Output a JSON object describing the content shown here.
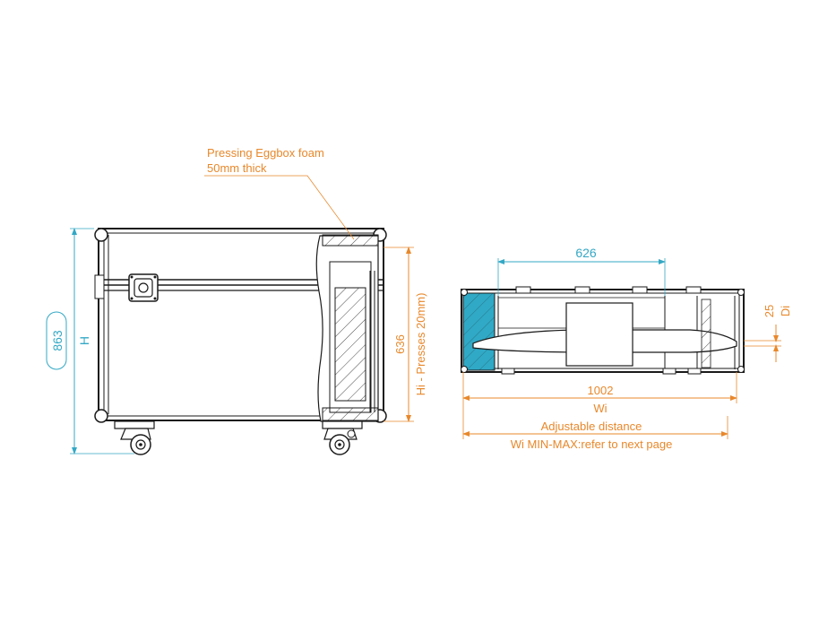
{
  "colors": {
    "outline": "#1a1a1a",
    "orange": "#e8882b",
    "teal": "#33a8c5",
    "foam_fill": "#ffffff",
    "pad_fill": "#30a9c6"
  },
  "annotation": {
    "line1": "Pressing Eggbox foam",
    "line2": "50mm thick"
  },
  "front_view": {
    "height_value": "863",
    "height_label": "H",
    "inner_height_value": "636",
    "inner_height_label": "Hi - Presses 20mm)"
  },
  "top_view": {
    "width_626": "626",
    "depth_value": "25",
    "depth_label": "Di",
    "inner_width_value": "1002",
    "inner_width_label": "Wi",
    "adjustable_line1": "Adjustable distance",
    "adjustable_line2": "Wi MIN-MAX:refer to next page"
  }
}
